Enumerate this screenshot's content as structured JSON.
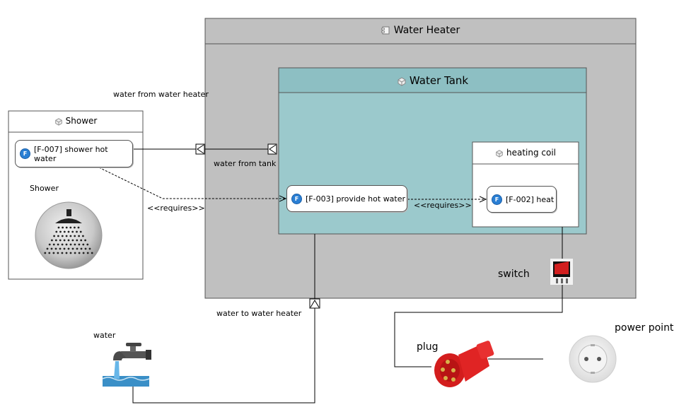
{
  "blocks": {
    "water_heater": {
      "title": "Water Heater",
      "icon": "component-icon"
    },
    "water_tank": {
      "title": "Water Tank",
      "icon": "block-icon"
    },
    "shower": {
      "title": "Shower",
      "icon": "block-icon"
    },
    "heating_coil": {
      "title": "heating coil",
      "icon": "block-icon"
    }
  },
  "functions": {
    "f007": {
      "label": "[F-007] shower hot water",
      "badge": "F"
    },
    "f003": {
      "label": "[F-003] provide hot water",
      "badge": "F"
    },
    "f002": {
      "label": "[F-002] heat",
      "badge": "F"
    }
  },
  "relations": {
    "requires_1": "<<requires>>",
    "requires_2": "<<requires>>"
  },
  "labels": {
    "water_from_heater": "water from water heater",
    "water_from_tank": "water from tank",
    "water_to_heater": "water to water heater",
    "shower_caption": "Shower",
    "water": "water",
    "switch": "switch",
    "plug": "plug",
    "power_point": "power point"
  },
  "colors": {
    "heater_fill": "#c0c0c0",
    "tank_fill": "#9bc9cc",
    "tank_header": "#8dbfc3",
    "plug_red": "#e02424",
    "water_blue": "#3a8fc7"
  },
  "images": {
    "shower_head": "shower-head-icon",
    "tap": "water-tap-icon",
    "switch": "rocker-switch-icon",
    "plug": "plug-icon",
    "socket": "power-socket-icon"
  }
}
